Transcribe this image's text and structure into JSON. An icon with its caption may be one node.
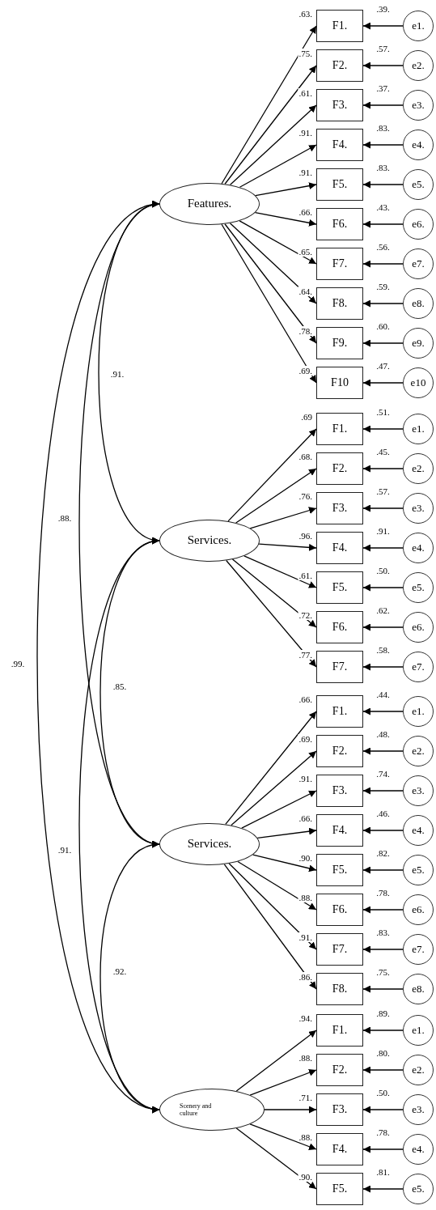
{
  "diagram": {
    "nodes": [
      {
        "text": [
          "Features."
        ]
      },
      {
        "text": [
          "Services."
        ]
      },
      {
        "text": [
          "Services."
        ]
      },
      {
        "text": [
          "Scenery and culture"
        ]
      },
      {
        "text": [
          "F1."
        ]
      },
      {
        "text": [
          "e1."
        ]
      },
      {
        "text": [
          "F2."
        ]
      },
      {
        "text": [
          "e2."
        ]
      },
      {
        "text": [
          "F3."
        ]
      },
      {
        "text": [
          "e3."
        ]
      },
      {
        "text": [
          "F4."
        ]
      },
      {
        "text": [
          "e4."
        ]
      },
      {
        "text": [
          "F5."
        ]
      },
      {
        "text": [
          "e5."
        ]
      },
      {
        "text": [
          "F6."
        ]
      },
      {
        "text": [
          "e6."
        ]
      },
      {
        "text": [
          "F7."
        ]
      },
      {
        "text": [
          "e7."
        ]
      },
      {
        "text": [
          "F8."
        ]
      },
      {
        "text": [
          "e8."
        ]
      },
      {
        "text": [
          "F9."
        ]
      },
      {
        "text": [
          "e9."
        ]
      },
      {
        "text": [
          "F10"
        ]
      },
      {
        "text": [
          "e10"
        ]
      },
      {
        "text": [
          "F1."
        ]
      },
      {
        "text": [
          "e1."
        ]
      },
      {
        "text": [
          "F2."
        ]
      },
      {
        "text": [
          "e2."
        ]
      },
      {
        "text": [
          "F3."
        ]
      },
      {
        "text": [
          "e3."
        ]
      },
      {
        "text": [
          "F4."
        ]
      },
      {
        "text": [
          "e4."
        ]
      },
      {
        "text": [
          "F5."
        ]
      },
      {
        "text": [
          "e5."
        ]
      },
      {
        "text": [
          "F6."
        ]
      },
      {
        "text": [
          "e6."
        ]
      },
      {
        "text": [
          "F7."
        ]
      },
      {
        "text": [
          "e7."
        ]
      },
      {
        "text": [
          "F1."
        ]
      },
      {
        "text": [
          "e1."
        ]
      },
      {
        "text": [
          "F2."
        ]
      },
      {
        "text": [
          "e2."
        ]
      },
      {
        "text": [
          "F3."
        ]
      },
      {
        "text": [
          "e3."
        ]
      },
      {
        "text": [
          "F4."
        ]
      },
      {
        "text": [
          "e4."
        ]
      },
      {
        "text": [
          "F5."
        ]
      },
      {
        "text": [
          "e5."
        ]
      },
      {
        "text": [
          "F6."
        ]
      },
      {
        "text": [
          "e6."
        ]
      },
      {
        "text": [
          "F7."
        ]
      },
      {
        "text": [
          "e7."
        ]
      },
      {
        "text": [
          "F8."
        ]
      },
      {
        "text": [
          "e8."
        ]
      },
      {
        "text": [
          "F1."
        ]
      },
      {
        "text": [
          "e1."
        ]
      },
      {
        "text": [
          "F2."
        ]
      },
      {
        "text": [
          "e2."
        ]
      },
      {
        "text": [
          "F3."
        ]
      },
      {
        "text": [
          "e3."
        ]
      },
      {
        "text": [
          "F4."
        ]
      },
      {
        "text": [
          "e4."
        ]
      },
      {
        "text": [
          "F5."
        ]
      },
      {
        "text": [
          "e5."
        ]
      }
    ],
    "edges": [
      {
        "from": 0,
        "to": 4,
        "arrow": "to",
        "label": ".63."
      },
      {
        "from": 0,
        "to": 6,
        "arrow": "to",
        "label": ".75."
      },
      {
        "from": 0,
        "to": 8,
        "arrow": "to",
        "label": ".61."
      },
      {
        "from": 0,
        "to": 10,
        "arrow": "to",
        "label": ".91."
      },
      {
        "from": 0,
        "to": 12,
        "arrow": "to",
        "label": ".91."
      },
      {
        "from": 0,
        "to": 14,
        "arrow": "to",
        "label": ".66."
      },
      {
        "from": 0,
        "to": 16,
        "arrow": "to",
        "label": ".65."
      },
      {
        "from": 0,
        "to": 18,
        "arrow": "to",
        "label": ".64."
      },
      {
        "from": 0,
        "to": 20,
        "arrow": "to",
        "label": ".78."
      },
      {
        "from": 0,
        "to": 22,
        "arrow": "to",
        "label": ".69."
      },
      {
        "from": 1,
        "to": 24,
        "arrow": "to",
        "label": ".69"
      },
      {
        "from": 1,
        "to": 26,
        "arrow": "to",
        "label": ".68."
      },
      {
        "from": 1,
        "to": 28,
        "arrow": "to",
        "label": ".76."
      },
      {
        "from": 1,
        "to": 30,
        "arrow": "to",
        "label": ".96."
      },
      {
        "from": 1,
        "to": 32,
        "arrow": "to",
        "label": ".61."
      },
      {
        "from": 1,
        "to": 34,
        "arrow": "to",
        "label": ".72."
      },
      {
        "from": 1,
        "to": 36,
        "arrow": "to",
        "label": ".77."
      },
      {
        "from": 2,
        "to": 38,
        "arrow": "to",
        "label": ".66."
      },
      {
        "from": 2,
        "to": 40,
        "arrow": "to",
        "label": ".69."
      },
      {
        "from": 2,
        "to": 42,
        "arrow": "to",
        "label": ".91."
      },
      {
        "from": 2,
        "to": 44,
        "arrow": "to",
        "label": ".66."
      },
      {
        "from": 2,
        "to": 46,
        "arrow": "to",
        "label": ".90."
      },
      {
        "from": 2,
        "to": 48,
        "arrow": "to",
        "label": ".88."
      },
      {
        "from": 2,
        "to": 50,
        "arrow": "to",
        "label": ".91."
      },
      {
        "from": 2,
        "to": 52,
        "arrow": "to",
        "label": ".86."
      },
      {
        "from": 3,
        "to": 54,
        "arrow": "to",
        "label": ".94."
      },
      {
        "from": 3,
        "to": 56,
        "arrow": "to",
        "label": ".88."
      },
      {
        "from": 3,
        "to": 58,
        "arrow": "to",
        "label": ".71."
      },
      {
        "from": 3,
        "to": 60,
        "arrow": "to",
        "label": ".88."
      },
      {
        "from": 3,
        "to": 62,
        "arrow": "to",
        "label": ".90."
      },
      {
        "from": 5,
        "to": 4,
        "arrow": "to",
        "label": ".39."
      },
      {
        "from": 7,
        "to": 6,
        "arrow": "to",
        "label": ".57."
      },
      {
        "from": 9,
        "to": 8,
        "arrow": "to",
        "label": ".37."
      },
      {
        "from": 11,
        "to": 10,
        "arrow": "to",
        "label": ".83."
      },
      {
        "from": 13,
        "to": 12,
        "arrow": "to",
        "label": ".83."
      },
      {
        "from": 15,
        "to": 14,
        "arrow": "to",
        "label": ".43."
      },
      {
        "from": 17,
        "to": 16,
        "arrow": "to",
        "label": ".56."
      },
      {
        "from": 19,
        "to": 18,
        "arrow": "to",
        "label": ".59."
      },
      {
        "from": 21,
        "to": 20,
        "arrow": "to",
        "label": ".60."
      },
      {
        "from": 23,
        "to": 22,
        "arrow": "to",
        "label": ".47."
      },
      {
        "from": 25,
        "to": 24,
        "arrow": "to",
        "label": ".51."
      },
      {
        "from": 27,
        "to": 26,
        "arrow": "to",
        "label": ".45."
      },
      {
        "from": 29,
        "to": 28,
        "arrow": "to",
        "label": ".57."
      },
      {
        "from": 31,
        "to": 30,
        "arrow": "to",
        "label": ".91."
      },
      {
        "from": 33,
        "to": 32,
        "arrow": "to",
        "label": ".50."
      },
      {
        "from": 35,
        "to": 34,
        "arrow": "to",
        "label": ".62."
      },
      {
        "from": 37,
        "to": 36,
        "arrow": "to",
        "label": ".58."
      },
      {
        "from": 39,
        "to": 38,
        "arrow": "to",
        "label": ".44."
      },
      {
        "from": 41,
        "to": 40,
        "arrow": "to",
        "label": ".48."
      },
      {
        "from": 43,
        "to": 42,
        "arrow": "to",
        "label": ".74."
      },
      {
        "from": 45,
        "to": 44,
        "arrow": "to",
        "label": ".46."
      },
      {
        "from": 47,
        "to": 46,
        "arrow": "to",
        "label": ".82."
      },
      {
        "from": 49,
        "to": 48,
        "arrow": "to",
        "label": ".78."
      },
      {
        "from": 51,
        "to": 50,
        "arrow": "to",
        "label": ".83."
      },
      {
        "from": 53,
        "to": 52,
        "arrow": "to",
        "label": ".75."
      },
      {
        "from": 55,
        "to": 54,
        "arrow": "to",
        "label": ".89."
      },
      {
        "from": 57,
        "to": 56,
        "arrow": "to",
        "label": ".80."
      },
      {
        "from": 59,
        "to": 58,
        "arrow": "to",
        "label": ".50."
      },
      {
        "from": 61,
        "to": 60,
        "arrow": "to",
        "label": ".78."
      },
      {
        "from": 63,
        "to": 62,
        "arrow": "to",
        "label": ".81."
      },
      {
        "from": 0,
        "to": 1,
        "arrow": "both",
        "label": ".91."
      },
      {
        "from": 0,
        "to": 2,
        "arrow": "both",
        "label": ".88."
      },
      {
        "from": 0,
        "to": 3,
        "arrow": "both",
        "label": ".99."
      },
      {
        "from": 1,
        "to": 2,
        "arrow": "both",
        "label": ".85."
      },
      {
        "from": 1,
        "to": 3,
        "arrow": "both",
        "label": ".91."
      },
      {
        "from": 2,
        "to": 3,
        "arrow": "both",
        "label": ".92."
      }
    ]
  }
}
